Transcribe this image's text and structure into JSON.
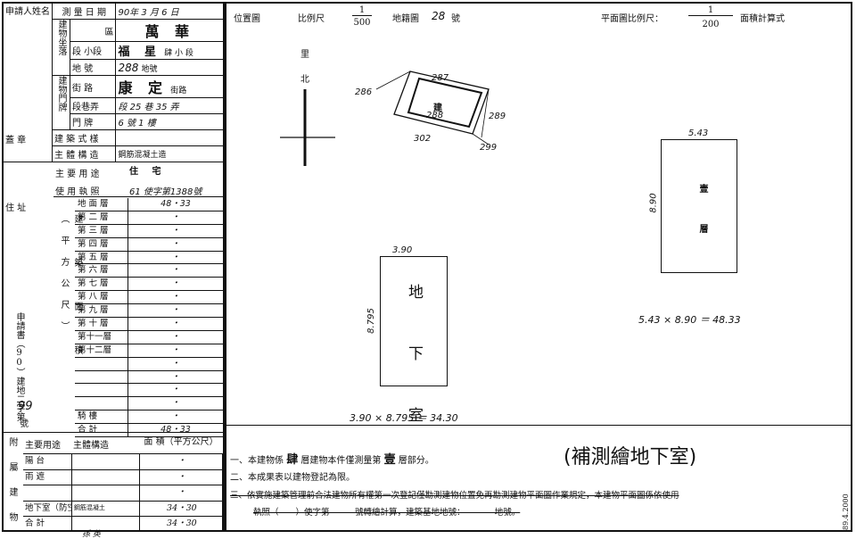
{
  "left": {
    "applicant_label": "申請人姓名",
    "survey_date_label": "測 量 日 期",
    "survey_date": "90年 3 月 6 日",
    "district_label": "區",
    "district": "萬 華",
    "building_site_label": "建物坐落",
    "section_label": "段 小段",
    "section": "福 星",
    "section_sub": "肆 小 段",
    "lot_label": "地 號",
    "lot": "288",
    "lot_suffix": "地號",
    "house_no_label": "建物門牌",
    "street_label": "街 路",
    "street": "康 定",
    "street_suffix": "街路",
    "alley_label": "段巷弄",
    "alley": "段 25 巷 35 弄",
    "door_label": "門 牌",
    "door": "6 號 1 樓",
    "seal_label": "蓋 章",
    "style_label": "建 築 式 樣",
    "structure_label": "主 體 構 造",
    "structure": "鋼筋混凝土造",
    "use_label": "主 要 用 途",
    "use": "住 宅",
    "permit_label": "使 用 執 照",
    "permit": "61 使字第1388號",
    "address_label": "住 址",
    "area_side_label": "建 築 面 積（平方公尺）",
    "floors": [
      {
        "label": "地 面 層",
        "value": "48・33"
      },
      {
        "label": "第 二 層",
        "value": "・"
      },
      {
        "label": "第 三 層",
        "value": "・"
      },
      {
        "label": "第 四 層",
        "value": "・"
      },
      {
        "label": "第 五 層",
        "value": "・"
      },
      {
        "label": "第 六 層",
        "value": "・"
      },
      {
        "label": "第 七 層",
        "value": "・"
      },
      {
        "label": "第 八 層",
        "value": "・"
      },
      {
        "label": "第 九 層",
        "value": "・"
      },
      {
        "label": "第 十 層",
        "value": "・"
      },
      {
        "label": "第十一層",
        "value": "・"
      },
      {
        "label": "第十二層",
        "value": "・"
      },
      {
        "label": "",
        "value": "・"
      },
      {
        "label": "",
        "value": "・"
      },
      {
        "label": "",
        "value": "・"
      },
      {
        "label": "",
        "value": "・"
      },
      {
        "label": "騎 樓",
        "value": "・"
      },
      {
        "label": "合 計",
        "value": "48・33"
      }
    ],
    "application_label": "申請書（90）建地二字第",
    "application_no": "99",
    "application_suffix": "號",
    "annex_label": "附屬建物",
    "annex_use_label": "主要用途",
    "annex_struct_label": "主體構造",
    "annex_area_label": "面 積（平方公尺）",
    "annex_rows": [
      {
        "use": "陽 台",
        "structure": "",
        "area": "・"
      },
      {
        "use": "雨 遮",
        "structure": "",
        "area": "・"
      },
      {
        "use": "",
        "structure": "",
        "area": "・"
      },
      {
        "use": "地下室（防空避難室）",
        "structure": "鋼筋混凝土",
        "area": "34・30"
      },
      {
        "use": "合 計",
        "structure": "",
        "area": "34・30"
      }
    ],
    "footer_sign": "孫 英"
  },
  "plan": {
    "position_label": "位置圖",
    "scale_label": "比例尺",
    "scale_num": "1",
    "scale_den": "500",
    "lot_label": "地籍圖",
    "lot_no": "28",
    "lot_suffix": "號",
    "north_char1": "里",
    "north_char2": "北",
    "lot_numbers": [
      "286",
      "287",
      "288",
      "289",
      "299",
      "302"
    ],
    "building_mark": "建",
    "floor_scale_label": "平面圖比例尺：",
    "floor_scale_num": "1",
    "floor_scale_den": "200",
    "area_formula_label": "面積計算式",
    "ground_floor_name": "壹 層",
    "ground_floor_w": "5.43",
    "ground_floor_h": "8.90",
    "ground_formula": "5.43 × 8.90 ＝ 48.33",
    "basement_name": "地 下 室",
    "basement_w": "3.90",
    "basement_h": "8.795",
    "basement_formula": "3.90 × 8.795 ＝ 34.30"
  },
  "notes": {
    "note1_prefix": "一、本建物係",
    "note1_floors": "肆",
    "note1_mid": "層建物本件僅測量第",
    "note1_floor": "壹",
    "note1_suffix": "層部分。",
    "handwritten": "(補測繪地下室)",
    "note2": "二、本成果表以建物登記為限。",
    "note3_line1": "三、依實施建築管理前合法建物所有權第一次登記僅勘測建物位置免再勘測建物平面圖作業規定，本建物平面圖係依使用",
    "note3_line2": "執照（　　）使字第　　　號轉繪計算，建築基地地號：　　　　地號。"
  },
  "margin_date": "89.4.2000"
}
